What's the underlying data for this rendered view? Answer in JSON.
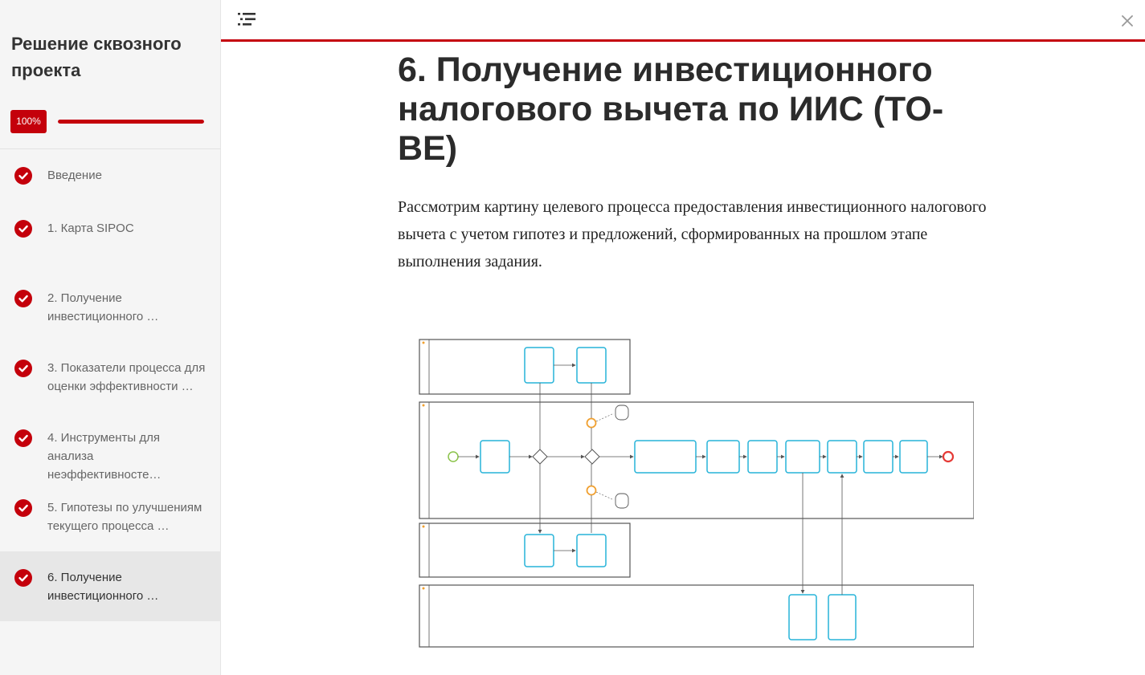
{
  "course": {
    "title": "Решение сквозного проекта",
    "progress_label": "100%",
    "progress_fraction": 1.0
  },
  "lessons": [
    {
      "label": "Введение",
      "completed": true,
      "active": false
    },
    {
      "label": "1. Карта SIPOC",
      "completed": true,
      "active": false
    },
    {
      "label": "2. Получение инвестиционного …",
      "completed": true,
      "active": false
    },
    {
      "label": "3. Показатели процесса для оценки эффективности …",
      "completed": true,
      "active": false
    },
    {
      "label": "4. Инструменты для анализа неэффективносте…",
      "completed": true,
      "active": false
    },
    {
      "label": "5. Гипотезы по улучшениям текущего процесса …",
      "completed": true,
      "active": false
    },
    {
      "label": "6. Получение инвестиционного …",
      "completed": true,
      "active": true
    }
  ],
  "toolbar": {
    "menu_icon": "list-menu-icon",
    "close_icon": "close-icon"
  },
  "lesson": {
    "title": "6. Получение инвестиционного налогового вычета по ИИС (TO-BE)",
    "paragraph": "Рассмотрим картину целевого процесса предоставления инвестиционного налогового вычета с учетом гипотез и предложений, сформированных на прошлом этапе выполнения задания."
  },
  "colors": {
    "accent": "#c4000b",
    "sidebar_bg": "#f5f5f5",
    "active_item_bg": "#e7e7e7",
    "task_stroke": "#26b3d9",
    "start_event": "#8bc34a",
    "intermediate_event": "#f0a030",
    "end_event": "#e53935"
  }
}
